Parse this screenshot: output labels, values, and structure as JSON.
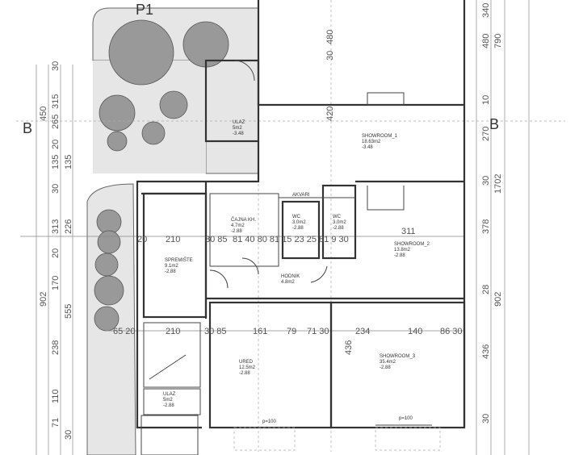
{
  "plan": {
    "title": "P1",
    "section_mark": "B",
    "rooms": [
      {
        "name": "ULAZ",
        "area": "5m2",
        "level": "-3.48"
      },
      {
        "name": "SHOWROOM_1",
        "area": "18.63m2",
        "level": "-3.48"
      },
      {
        "name": "AKVARI"
      },
      {
        "name": "ČAJNA KH.",
        "area": "4.7m2",
        "level": "-2.88"
      },
      {
        "name": "WC",
        "area": "3.0m2",
        "level": "-2.88"
      },
      {
        "name": "WC",
        "area": "3.0m2",
        "level": "-2.88"
      },
      {
        "name": "SHOWROOM_2",
        "area": "13.8m2",
        "level": "-2.88"
      },
      {
        "name": "SPREMIŠTE",
        "area": "9.1m2",
        "level": "-2.88"
      },
      {
        "name": "HODNIK",
        "area": "4.8m2"
      },
      {
        "name": "URED",
        "area": "12.5m2",
        "level": "-2.88"
      },
      {
        "name": "SHOWROOM_3",
        "area": "35.4m2",
        "level": "-2.88"
      },
      {
        "name": "ULAZ",
        "area": "5m2",
        "level": "-2.88"
      }
    ],
    "window_note": "p=100",
    "dims_left": [
      "30",
      "315",
      "265",
      "450",
      "20",
      "135",
      "135",
      "30",
      "313",
      "226",
      "20",
      "170",
      "902",
      "555",
      "238",
      "110",
      "71",
      "30"
    ],
    "dims_right": [
      "340",
      "480",
      "790",
      "10",
      "420",
      "270",
      "30",
      "378",
      "1702",
      "28",
      "902",
      "436",
      "30",
      "436",
      "30",
      "480"
    ],
    "dims_row1": [
      "20",
      "210",
      "30 85",
      "81 40 80 81 15 23 25 81 9 30",
      "311"
    ],
    "dims_row2": [
      "65 20",
      "210",
      "30 85",
      "161",
      "79",
      "71 30",
      "234",
      "140",
      "86 30"
    ]
  }
}
